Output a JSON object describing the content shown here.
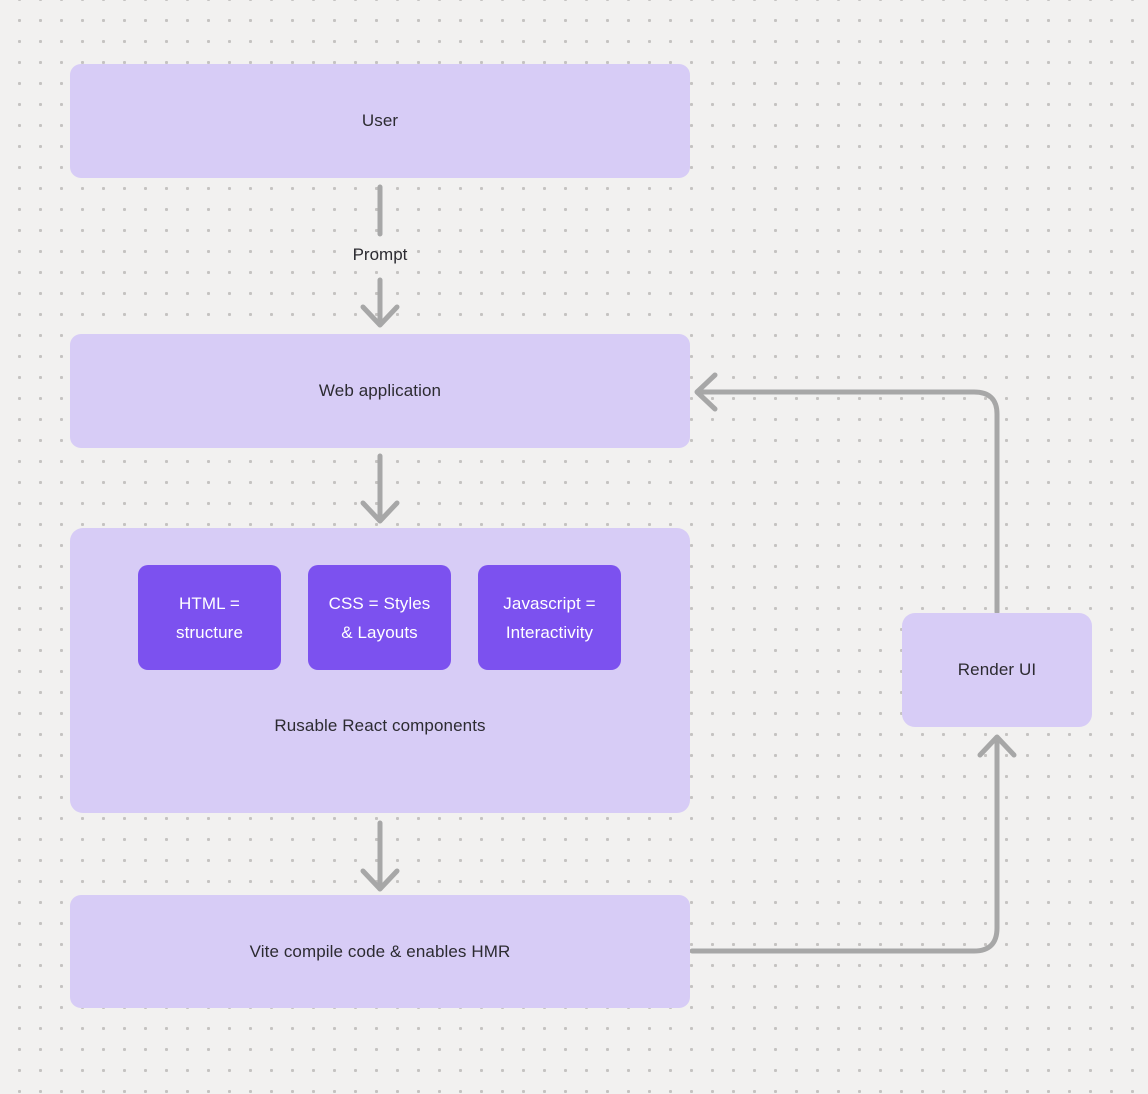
{
  "diagram": {
    "colors": {
      "background": "#f2f1f0",
      "dot_grid": "#c5c3c1",
      "node_fill": "#d7ccf6",
      "subnode_fill": "#7c51ef",
      "edge": "#a7a7a7",
      "node_text": "#2c2b31",
      "subnode_text": "#ffffff"
    },
    "nodes": {
      "user": {
        "label": "User"
      },
      "web_application": {
        "label": "Web application"
      },
      "components": {
        "label": "Rusable React components",
        "children": [
          {
            "line1": "HTML =",
            "line2": "structure"
          },
          {
            "line1": "CSS = Styles",
            "line2": "& Layouts"
          },
          {
            "line1": "Javascript =",
            "line2": "Interactivity"
          }
        ]
      },
      "vite": {
        "label": "Vite compile code & enables HMR"
      },
      "render_ui": {
        "label": "Render UI"
      }
    },
    "edge_labels": {
      "prompt": "Prompt"
    }
  }
}
